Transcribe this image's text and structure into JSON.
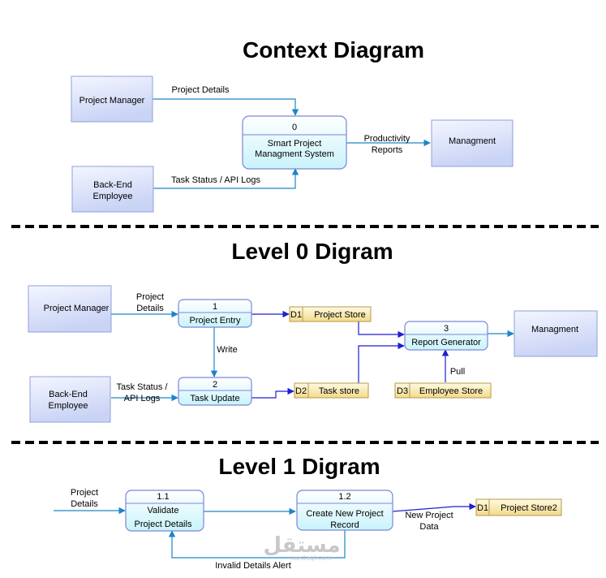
{
  "sections": {
    "context": {
      "title": "Context Diagram"
    },
    "level0": {
      "title": "Level 0 Digram"
    },
    "level1": {
      "title": "Level 1 Digram"
    }
  },
  "context": {
    "project_manager": "Project Manager",
    "backend_employee": [
      "Back-End",
      "Employee"
    ],
    "management": "Managment",
    "process": {
      "number": "0",
      "name": [
        "Smart Project",
        "Managment System"
      ]
    },
    "flows": {
      "project_details": "Project Details",
      "task_status": "Task Status / API Logs",
      "productivity_reports": [
        "Productivity",
        "Reports"
      ]
    }
  },
  "level0": {
    "project_manager": "Project Manager",
    "backend_employee": [
      "Back-End",
      "Employee"
    ],
    "management": "Managment",
    "processes": {
      "p1": {
        "number": "1",
        "name": "Project Entry"
      },
      "p2": {
        "number": "2",
        "name": "Task Update"
      },
      "p3": {
        "number": "3",
        "name": "Report Generator"
      }
    },
    "stores": {
      "d1": {
        "id": "D1",
        "name": "Project Store"
      },
      "d2": {
        "id": "D2",
        "name": "Task store"
      },
      "d3": {
        "id": "D3",
        "name": "Employee Store"
      }
    },
    "flows": {
      "project_details": [
        "Project",
        "Details"
      ],
      "write": "Write",
      "task_status": [
        "Task Status /",
        "API Logs"
      ],
      "pull": "Pull"
    }
  },
  "level1": {
    "processes": {
      "p11": {
        "number": "1.1",
        "name": [
          "Validate",
          "Project Details"
        ]
      },
      "p12": {
        "number": "1.2",
        "name": [
          "Create New Project",
          "Record"
        ]
      }
    },
    "stores": {
      "d1": {
        "id": "D1",
        "name": "Project Store2"
      }
    },
    "flows": {
      "project_details": [
        "Project",
        "Details"
      ],
      "new_project_data": [
        "New Project",
        "Data"
      ],
      "invalid_alert": "Invalid Details Alert"
    }
  },
  "watermark": {
    "arabic": "مستقل",
    "latin": "mostaql.com"
  },
  "colors": {
    "entity_fill_top": "#f4f6ff",
    "entity_fill_bottom": "#c9d3f5",
    "entity_stroke": "#8fa0d8",
    "process_fill_top": "#ffffff",
    "process_fill_bottom": "#c9f3fb",
    "process_stroke": "#7a86d8",
    "store_fill_top": "#fffbe4",
    "store_fill_bottom": "#f3d98a",
    "store_stroke": "#b59a4a",
    "flow_teal": "#1a86c8",
    "flow_blue": "#1f1fd0",
    "divider": "#000000"
  }
}
